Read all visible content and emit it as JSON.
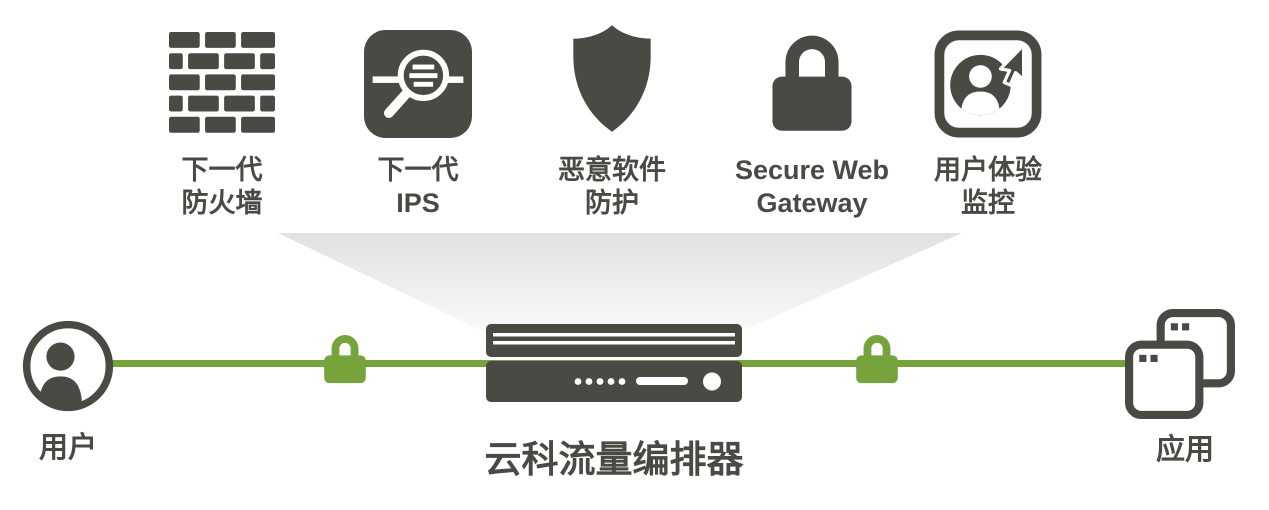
{
  "colors": {
    "dark": "#4a4a45",
    "green": "#77a33d"
  },
  "services": [
    {
      "icon": "firewall-icon",
      "line1": "下一代",
      "line2": "防火墙"
    },
    {
      "icon": "ips-magnifier-icon",
      "line1": "下一代",
      "line2": "IPS"
    },
    {
      "icon": "malware-shield-icon",
      "line1": "恶意软件",
      "line2": "防护"
    },
    {
      "icon": "secure-web-gateway-lock-icon",
      "line1": "Secure Web",
      "line2": "Gateway"
    },
    {
      "icon": "user-experience-icon",
      "line1": "用户体验",
      "line2": "监控"
    }
  ],
  "flow": {
    "user_label": "用户",
    "orchestrator_label": "云科流量编排器",
    "apps_label": "应用"
  }
}
